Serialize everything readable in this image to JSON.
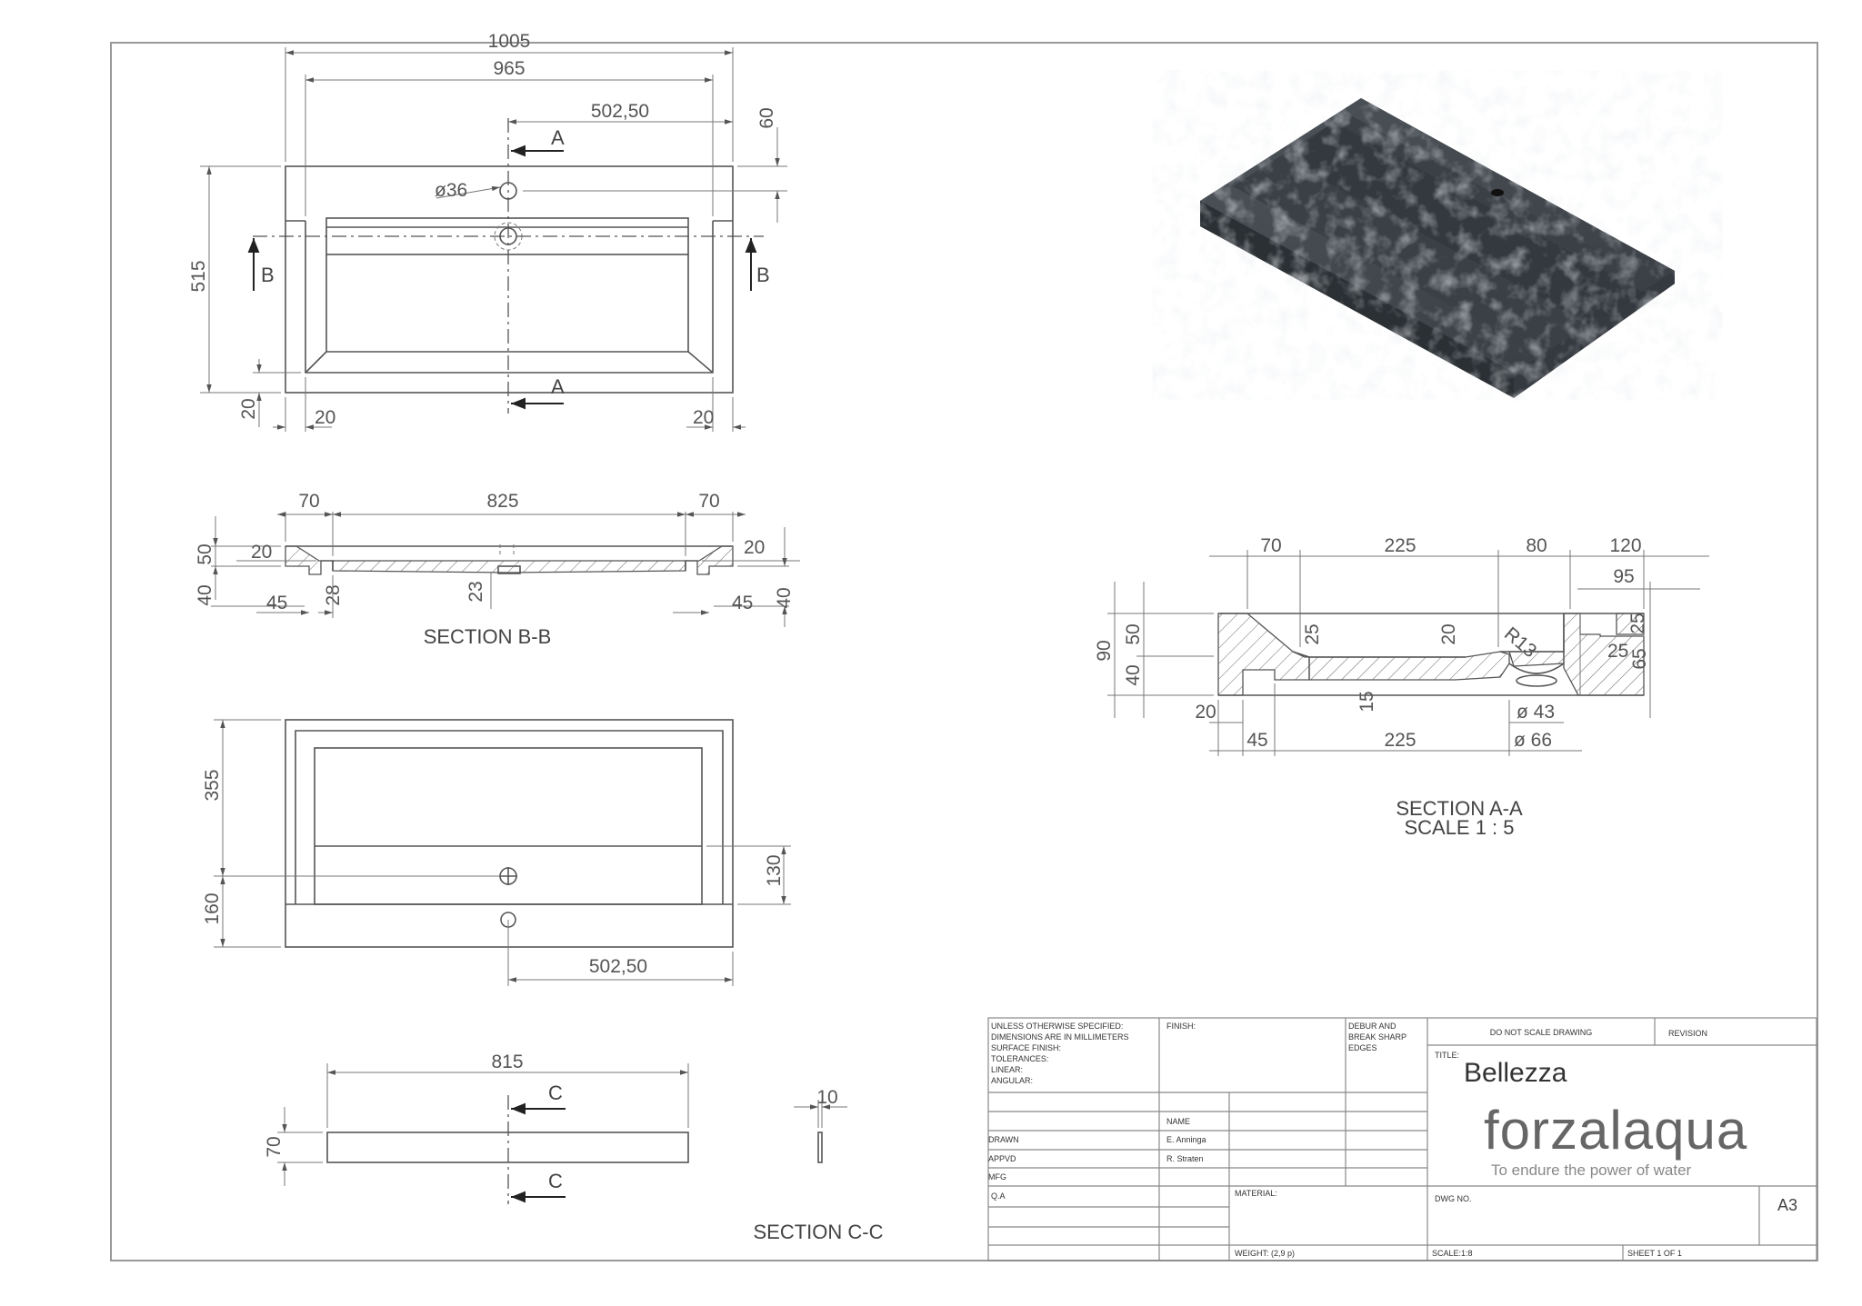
{
  "plan_view": {
    "dim_overall_width": "1005",
    "dim_inner_width": "965",
    "dim_to_tap": "502,50",
    "dim_tap_offset": "60",
    "dim_tap_diameter": "ø36",
    "dim_depth": "515",
    "dim_rim_bottom": "20",
    "dim_rim_left": "20",
    "dim_rim_right": "20",
    "section_a": "A",
    "section_b": "B"
  },
  "section_bb": {
    "title": "SECTION B-B",
    "dims": {
      "left_70": "70",
      "mid_825": "825",
      "right_70": "70",
      "h50": "50",
      "h20_left": "20",
      "h20_right": "20",
      "h40_left": "40",
      "h40_right": "40",
      "w45_left": "45",
      "w28": "28",
      "w23": "23",
      "w45_right": "45"
    }
  },
  "bottom_view": {
    "dim_355": "355",
    "dim_160": "160",
    "dim_130": "130",
    "dim_502": "502,50"
  },
  "section_cc_view": {
    "title": "SECTION C-C",
    "dim_815": "815",
    "dim_70": "70",
    "dim_10": "10",
    "section_c": "C"
  },
  "section_aa": {
    "title": "SECTION A-A",
    "scale": "SCALE 1 : 5",
    "dims": {
      "t70": "70",
      "t225": "225",
      "t80": "80",
      "t120": "120",
      "t95": "95",
      "h90": "90",
      "h50": "50",
      "h40": "40",
      "h25a": "25",
      "h20": "20",
      "r13": "R13",
      "h25b": "25",
      "h25c": "25",
      "h65": "65",
      "h15": "15",
      "b20": "20",
      "b45": "45",
      "b225": "225",
      "d43": "ø 43",
      "d66": "ø 66"
    }
  },
  "title_block": {
    "unless_spec": [
      "UNLESS OTHERWISE SPECIFIED:",
      "DIMENSIONS ARE IN MILLIMETERS",
      "SURFACE FINISH:",
      "TOLERANCES:",
      "   LINEAR:",
      "   ANGULAR:"
    ],
    "finish": "FINISH:",
    "debur": [
      "DEBUR AND",
      "BREAK SHARP",
      "EDGES"
    ],
    "do_not_scale": "DO NOT SCALE DRAWING",
    "revision": "REVISION",
    "title_label": "TITLE:",
    "title": "Bellezza",
    "name_label": "NAME",
    "drawn": "DRAWN",
    "drawn_name": "E. Anninga",
    "appvd": "APPVD",
    "appvd_name": "R. Straten",
    "mfg": "MFG",
    "qa": "Q.A",
    "material": "MATERIAL:",
    "dwg_no": "DWG NO.",
    "size": "A3",
    "weight": "WEIGHT: (2,9 p)",
    "scale": "SCALE:1:8",
    "sheet": "SHEET 1 OF 1",
    "brand": "forzalaqua",
    "tagline": "To endure the power of water"
  },
  "colors": {
    "line": "#555555",
    "stone": "#3f454b",
    "background": "#ffffff"
  }
}
